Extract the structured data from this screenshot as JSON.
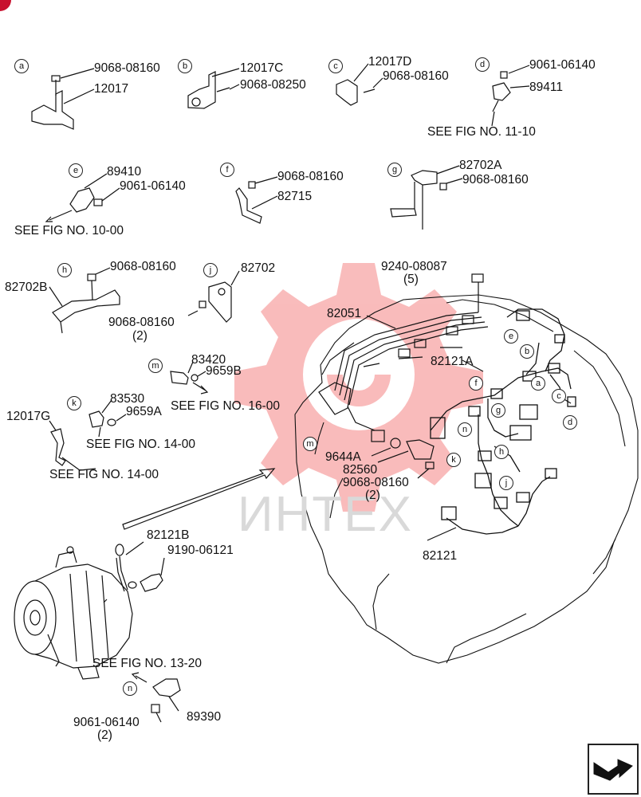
{
  "watermark": "ИНТЕХ",
  "accent_color": "#c8102e",
  "watermark_color": "#f26a6a",
  "nav_icon": "next-page-arrow-icon",
  "callouts": {
    "a": "a",
    "b": "b",
    "c": "c",
    "d": "d",
    "e": "e",
    "f": "f",
    "g": "g",
    "h": "h",
    "j": "j",
    "k": "k",
    "m": "m",
    "n": "n"
  },
  "labels": {
    "p9068_08160_a": "9068-08160",
    "p12017": "12017",
    "p12017C": "12017C",
    "p9068_08250": "9068-08250",
    "p12017D": "12017D",
    "p9068_08160_c": "9068-08160",
    "p9061_06140_d": "9061-06140",
    "p89411": "89411",
    "p89410": "89410",
    "p9061_06140_e": "9061-06140",
    "p9068_08160_f": "9068-08160",
    "p82715": "82715",
    "p82702A": "82702A",
    "p9068_08160_g": "9068-08160",
    "p9068_08160_h": "9068-08160",
    "p82702B": "82702B",
    "p82702": "82702",
    "p9068_08160_j": "9068-08160",
    "qty_j": "(2)",
    "p9240_08087": "9240-08087",
    "qty_9240": "(5)",
    "p82051": "82051",
    "p83420": "83420",
    "p9659B": "9659B",
    "p82121A": "82121A",
    "p83530": "83530",
    "p9659A": "9659A",
    "p12017G": "12017G",
    "p9644A": "9644A",
    "p82560": "82560",
    "p9068_08160_k": "9068-08160",
    "qty_k": "(2)",
    "p82121": "82121",
    "p82121B": "82121B",
    "p9190_06121": "9190-06121",
    "p9061_06140_n": "9061-06140",
    "qty_n": "(2)",
    "p89390": "89390"
  },
  "references": {
    "fig_11_10": "SEE FIG NO. 11-10",
    "fig_10_00": "SEE FIG NO. 10-00",
    "fig_16_00": "SEE FIG NO. 16-00",
    "fig_14_00_a": "SEE FIG NO. 14-00",
    "fig_14_00_b": "SEE FIG NO. 14-00",
    "fig_13_20": "SEE FIG NO. 13-20"
  }
}
